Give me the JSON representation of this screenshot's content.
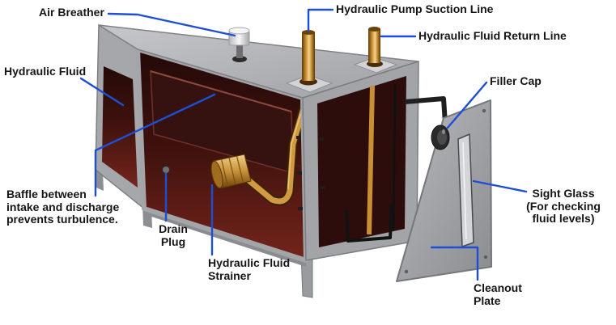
{
  "labels": {
    "air_breather": "Air Breather",
    "pump_suction_line": "Hydraulic Pump Suction Line",
    "fluid_return_line": "Hydraulic Fluid Return Line",
    "hydraulic_fluid": "Hydraulic Fluid",
    "filler_cap": "Filler Cap",
    "baffle": [
      "Baffle between",
      "intake and discharge",
      "prevents turbulence."
    ],
    "drain_plug": [
      "Drain",
      "Plug"
    ],
    "strainer": [
      "Hydraulic Fluid",
      "Strainer"
    ],
    "sight_glass": [
      "Sight Glass",
      "(For checking",
      "fluid levels)"
    ],
    "cleanout_plate": [
      "Cleanout",
      "Plate"
    ]
  },
  "colors": {
    "leader": "#1d4fd6",
    "label_text": "#151515"
  }
}
